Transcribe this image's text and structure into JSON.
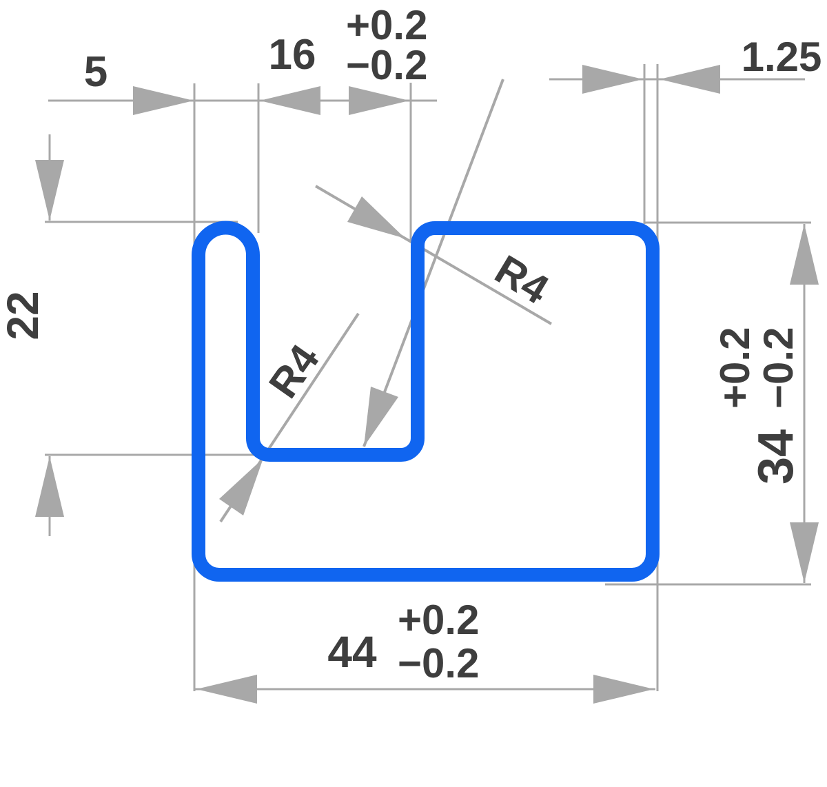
{
  "drawing": {
    "description": "Technical cross-section drawing of a blue slotted profile with dimension annotations",
    "colors": {
      "profile_blue": "#1065F0",
      "dimension_gray": "#A8A8A8",
      "label_dark": "#3E3E3E",
      "background": "#FFFFFF"
    },
    "labels": {
      "offset_left": "5",
      "slot_width": "16",
      "slot_width_tol_plus": "+0.2",
      "slot_width_tol_minus": "−0.2",
      "wall_thickness": "1.25",
      "slot_depth": "22",
      "overall_height": "34",
      "overall_height_tol_plus": "+0.2",
      "overall_height_tol_minus": "−0.2",
      "overall_width": "44",
      "overall_width_tol_plus": "+0.2",
      "overall_width_tol_minus": "−0.2",
      "corner_radius_upper": "R4",
      "corner_radius_lower": "R4"
    }
  }
}
